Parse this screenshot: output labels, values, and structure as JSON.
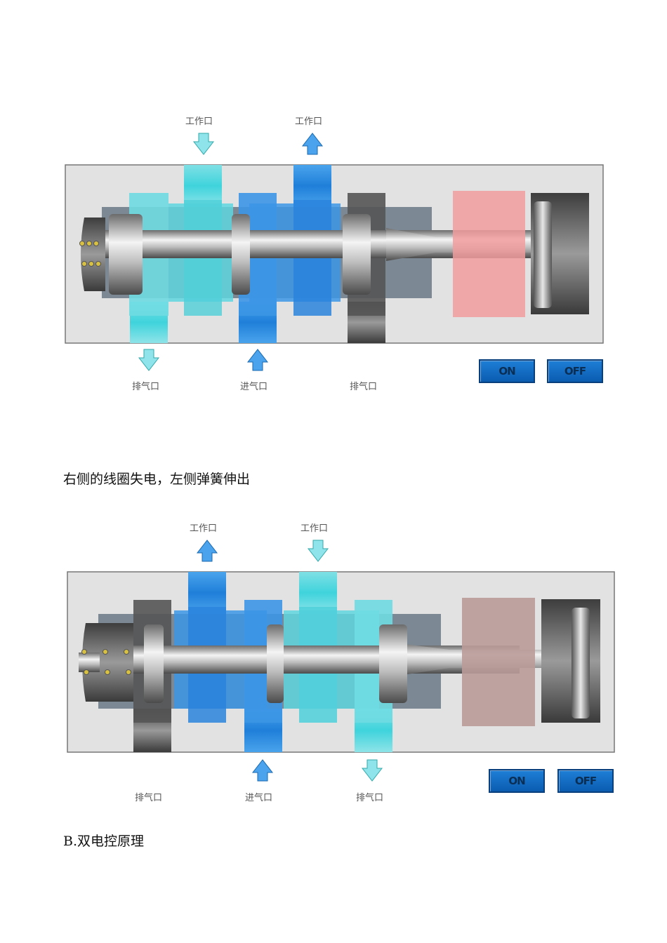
{
  "diagram1": {
    "labels": {
      "top_left": "工作口",
      "top_right": "工作口",
      "bottom_left": "排气口",
      "bottom_mid": "进气口",
      "bottom_right": "排气口"
    },
    "buttons": {
      "on": "ON",
      "off": "OFF"
    }
  },
  "caption1": "右侧的线圈失电，左侧弹簧伸出",
  "diagram2": {
    "labels": {
      "top_left": "工作口",
      "top_right": "工作口",
      "bottom_left": "排气口",
      "bottom_mid": "进气口",
      "bottom_right": "排气口"
    },
    "buttons": {
      "on": "ON",
      "off": "OFF"
    }
  },
  "caption2": "B.双电控原理",
  "colors": {
    "cyan_flow": "#5fd6de",
    "blue_flow": "#2e8ee0",
    "coil_energized": "#f2a0a0",
    "coil_off": "#b79a98",
    "button": "#0a6ac5",
    "body": "#e0e0e0"
  }
}
